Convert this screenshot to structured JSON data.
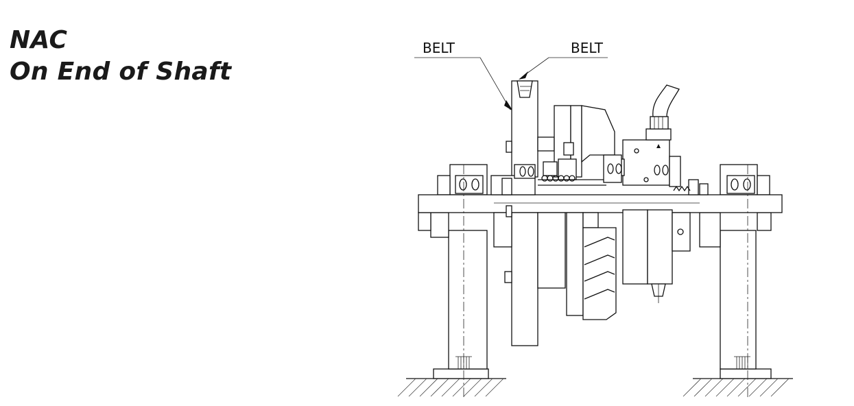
{
  "title": {
    "line1": "NAC",
    "line2": "On End of  Shaft"
  },
  "labels": {
    "belt_left": "BELT",
    "belt_right": "BELT"
  }
}
